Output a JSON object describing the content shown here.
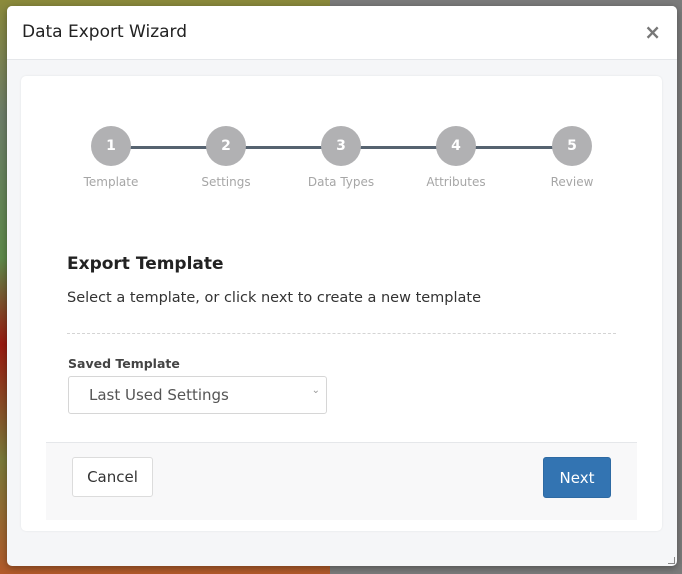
{
  "modal": {
    "title": "Data Export Wizard",
    "close_label": "×"
  },
  "stepper": {
    "steps": [
      {
        "number": "1",
        "label": "Template"
      },
      {
        "number": "2",
        "label": "Settings"
      },
      {
        "number": "3",
        "label": "Data Types"
      },
      {
        "number": "4",
        "label": "Attributes"
      },
      {
        "number": "5",
        "label": "Review"
      }
    ]
  },
  "content": {
    "title": "Export Template",
    "description": "Select a template, or click next to create a new template",
    "saved_template_label": "Saved Template",
    "saved_template_value": "Last Used Settings"
  },
  "footer": {
    "cancel_label": "Cancel",
    "next_label": "Next"
  },
  "colors": {
    "primary": "#3374b2",
    "step_inactive": "#b1b1b3",
    "step_line": "#566370"
  }
}
